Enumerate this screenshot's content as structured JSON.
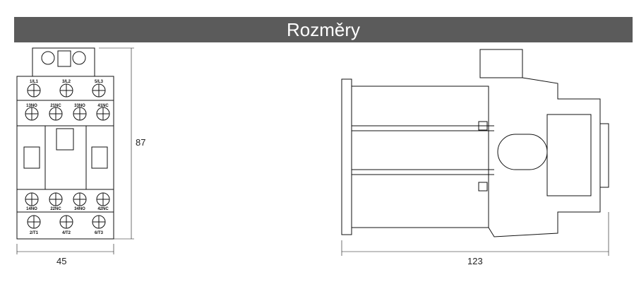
{
  "title": "Rozměry",
  "front_view": {
    "height_label": "87",
    "width_label": "45",
    "top_main_terminals": [
      "1/L1",
      "3/L2",
      "5/L3"
    ],
    "top_aux_terminals": [
      "13NO",
      "21NC",
      "33NO",
      "41NC"
    ],
    "bottom_aux_terminals": [
      "14NO",
      "22NC",
      "34NO",
      "42NC"
    ],
    "bottom_main_terminals": [
      "2/T1",
      "4/T2",
      "6/T3"
    ]
  },
  "side_view": {
    "depth_label": "123"
  }
}
